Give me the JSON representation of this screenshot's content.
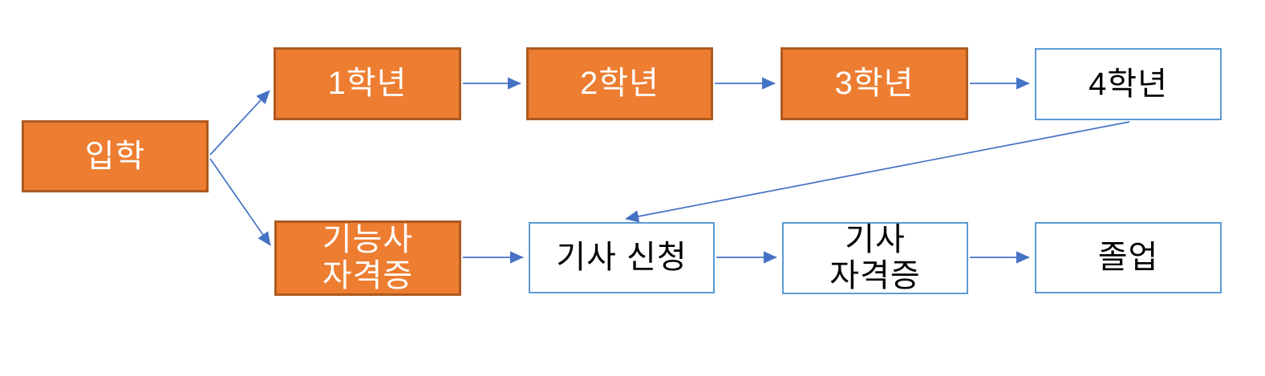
{
  "diagram": {
    "type": "flowchart",
    "description_visible_text_language": "Korean",
    "colors": {
      "node_fill_orange": "#ED7D31",
      "node_border_orange": "#AE5A21",
      "node_fill_white": "#FFFFFF",
      "node_border_blue": "#5B9BD5",
      "arrow": "#4472C4",
      "text_on_orange": "#FFFFFF",
      "text_on_white": "#000000",
      "background": "#FFFFFF"
    },
    "nodes": [
      {
        "id": "entrance",
        "style": "orange",
        "lines": [
          "입학"
        ]
      },
      {
        "id": "year1",
        "style": "orange",
        "lines": [
          "1학년"
        ]
      },
      {
        "id": "year2",
        "style": "orange",
        "lines": [
          "2학년"
        ]
      },
      {
        "id": "year3",
        "style": "orange",
        "lines": [
          "3학년"
        ]
      },
      {
        "id": "year4",
        "style": "white",
        "lines": [
          "4학년"
        ]
      },
      {
        "id": "craftsman-cert",
        "style": "orange",
        "lines": [
          "기능사",
          "자격증"
        ]
      },
      {
        "id": "engineer-apply",
        "style": "white",
        "lines": [
          "기사 신청"
        ]
      },
      {
        "id": "engineer-cert",
        "style": "white",
        "lines": [
          "기사",
          "자격증"
        ]
      },
      {
        "id": "graduation",
        "style": "white",
        "lines": [
          "졸업"
        ]
      }
    ],
    "edges": [
      {
        "from": "entrance",
        "to": "year1"
      },
      {
        "from": "entrance",
        "to": "craftsman-cert"
      },
      {
        "from": "year1",
        "to": "year2"
      },
      {
        "from": "year2",
        "to": "year3"
      },
      {
        "from": "year3",
        "to": "year4"
      },
      {
        "from": "year4",
        "to": "engineer-apply"
      },
      {
        "from": "craftsman-cert",
        "to": "engineer-apply"
      },
      {
        "from": "engineer-apply",
        "to": "engineer-cert"
      },
      {
        "from": "engineer-cert",
        "to": "graduation"
      }
    ]
  }
}
